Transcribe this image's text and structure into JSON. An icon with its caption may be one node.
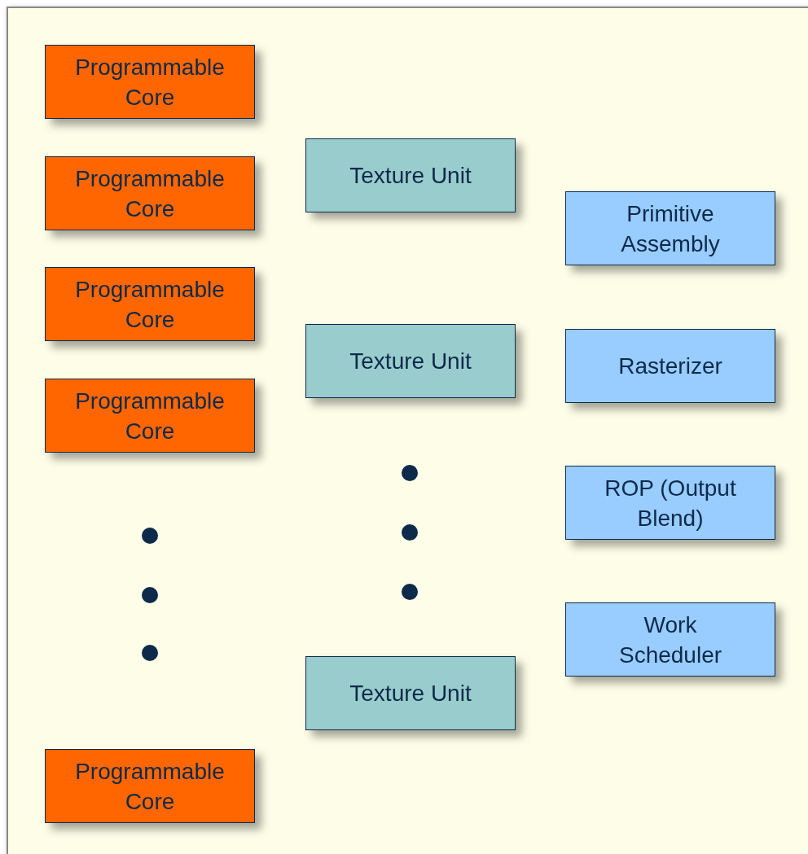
{
  "diagram": {
    "nodes": [
      {
        "text": [
          "Programmable Core"
        ]
      },
      {
        "text": [
          "Programmable Core"
        ]
      },
      {
        "text": [
          "Programmable Core"
        ]
      },
      {
        "text": [
          "Programmable Core"
        ]
      },
      {
        "text": [
          "Programmable Core"
        ]
      },
      {
        "text": [
          "Texture Unit"
        ]
      },
      {
        "text": [
          "Texture Unit"
        ]
      },
      {
        "text": [
          "Texture Unit"
        ]
      },
      {
        "text": [
          "Primitive Assembly"
        ]
      },
      {
        "text": [
          "Rasterizer"
        ]
      },
      {
        "text": [
          "ROP (Output Blend)"
        ]
      },
      {
        "text": [
          "Work Scheduler"
        ]
      }
    ]
  }
}
